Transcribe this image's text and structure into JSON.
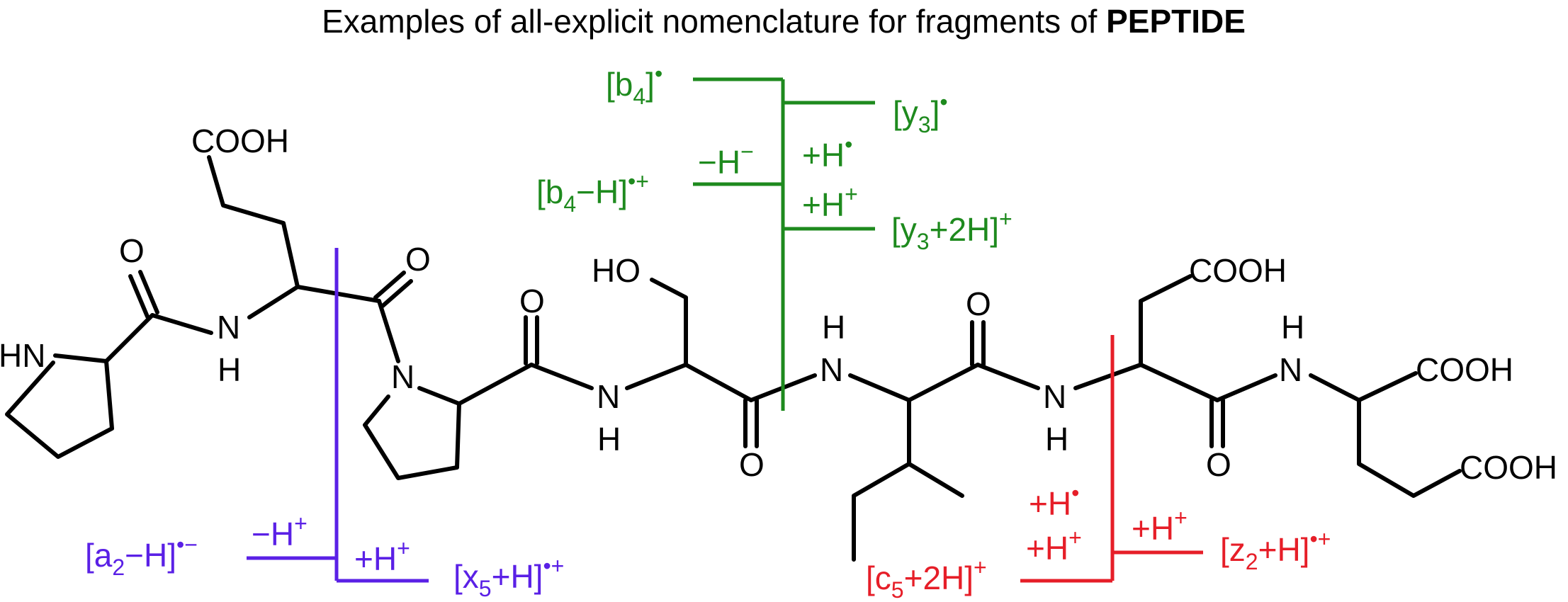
{
  "title": {
    "prefix": "Examples of all-explicit nomenclature for fragments of ",
    "peptide": "PEPTIDE"
  },
  "colors": {
    "backbone": "#000000",
    "green": "#1e8a1e",
    "blue": "#5a20e6",
    "red": "#e61e28"
  },
  "atoms": {
    "hn_proline": "HN",
    "o_pro_carbonyl": "O",
    "n_amide1": "N",
    "h_amide1": "H",
    "cooh_glu": "COOH",
    "o_glu_carbonyl": "O",
    "n_pro2": "N",
    "o_pro2_carbonyl": "O",
    "n_amide2": "N",
    "h_amide2": "H",
    "ho_ser": "HO",
    "o_ser_carbonyl": "O",
    "h_amide3": "H",
    "n_amide3": "N",
    "o_ile_carbonyl": "O",
    "n_amide4": "N",
    "h_amide4": "H",
    "cooh_asp": "COOH",
    "o_asp_carbonyl": "O",
    "h_amide5": "H",
    "n_amide5": "N",
    "cooh_glu2_a": "COOH",
    "cooh_glu2_b": "COOH"
  },
  "fragments": {
    "green": {
      "b4": {
        "base": "[b",
        "sub": "4",
        "close": "]",
        "sup": "•"
      },
      "y3": {
        "base": "[y",
        "sub": "3",
        "close": "]",
        "sup": "•"
      },
      "minus_h": {
        "base": "−H",
        "sup": "−"
      },
      "plus_h_radical": {
        "base": "+H",
        "sup": "•"
      },
      "b4_minus_h": {
        "base": "[b",
        "sub": "4",
        "close": "−H]",
        "sup": "•+"
      },
      "plus_h_cation": {
        "base": "+H",
        "sup": "+"
      },
      "y3_plus_2h": {
        "base": "[y",
        "sub": "3",
        "close": "+2H]",
        "sup": "+"
      }
    },
    "blue": {
      "minus_h": {
        "base": "−H",
        "sup": "+"
      },
      "a2_minus_h": {
        "base": "[a",
        "sub": "2",
        "close": "−H]",
        "sup": "•−"
      },
      "plus_h": {
        "base": "+H",
        "sup": "+"
      },
      "x5_plus_h": {
        "base": "[x",
        "sub": "5",
        "close": "+H]",
        "sup": "•+"
      }
    },
    "red": {
      "plus_h_radical": {
        "base": "+H",
        "sup": "•"
      },
      "plus_h_cation_left": {
        "base": "+H",
        "sup": "+"
      },
      "plus_h_cation_right": {
        "base": "+H",
        "sup": "+"
      },
      "c5_plus_2h": {
        "base": "[c",
        "sub": "5",
        "close": "+2H]",
        "sup": "+"
      },
      "z2_plus_h": {
        "base": "[z",
        "sub": "2",
        "close": "+H]",
        "sup": "•+"
      }
    }
  }
}
